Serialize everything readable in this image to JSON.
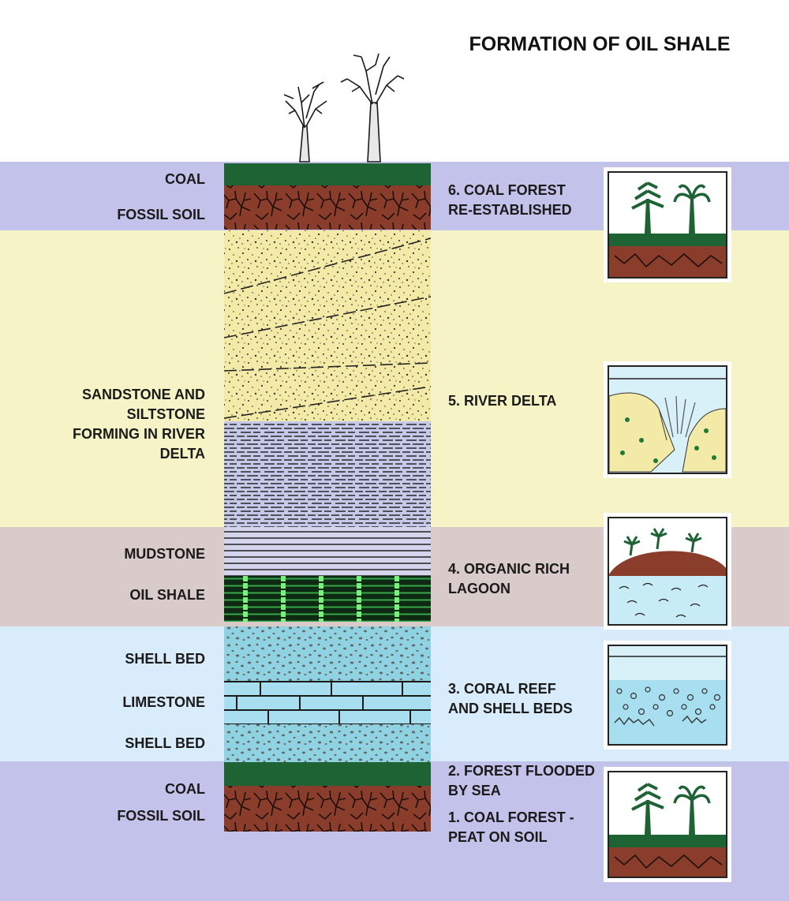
{
  "title": "FORMATION OF OIL SHALE",
  "colors": {
    "band_purple": "#c3c2ea",
    "band_yellow": "#f6f4c6",
    "band_mauve": "#d9cbc9",
    "band_blue": "#d8ecfb",
    "coal": "#1d6333",
    "soil": "#8b3d2c",
    "sand": "#f3eaa8",
    "silt": "#c7c9ea",
    "shale_green": "#6fe36f",
    "reef": "#8fd3e3"
  },
  "left_labels": {
    "coal_top": "COAL",
    "fossil_soil_top": "FOSSIL SOIL",
    "sandstone": "SANDSTONE AND SILTSTONE FORMING IN RIVER DELTA",
    "mudstone": "MUDSTONE",
    "oil_shale": "OIL SHALE",
    "shell_bed_top": "SHELL BED",
    "limestone": "LIMESTONE",
    "shell_bed_bottom": "SHELL BED",
    "coal_bottom": "COAL",
    "fossil_soil_bottom": "FOSSIL SOIL"
  },
  "stages": {
    "s6": "6. COAL FOREST\nRE-ESTABLISHED",
    "s5": "5. RIVER DELTA",
    "s4": "4. ORGANIC RICH\nLAGOON",
    "s3": "3. CORAL REEF\nAND SHELL BEDS",
    "s2": "2. FOREST FLOODED\n   BY SEA",
    "s1": "1. COAL FOREST -\n   PEAT ON SOIL"
  },
  "icons": {
    "trees": "dead-tree-icon",
    "forest": "coal-forest-icon",
    "delta": "river-delta-icon",
    "lagoon": "lagoon-icon",
    "reef": "coral-reef-icon"
  }
}
